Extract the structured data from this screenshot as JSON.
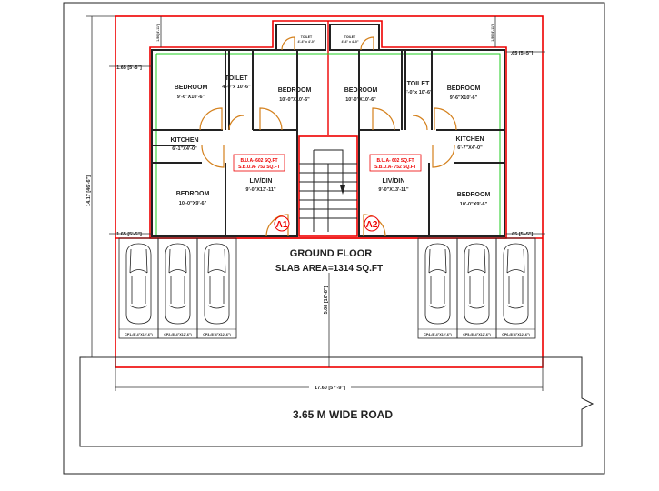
{
  "plan": {
    "title": "GROUND FLOOR",
    "slab_area": "SLAB AREA=1314 SQ.FT",
    "road": "3.65 M WIDE ROAD",
    "units": [
      {
        "marker": "A1",
        "bua": "B.U.A- 602 SQ.FT",
        "sbua": "S.B.U.A- 752 SQ.FT",
        "rooms": [
          {
            "name": "BEDROOM",
            "size": "9'-6\"X10'-6\""
          },
          {
            "name": "TOILET",
            "size": "4'-0\"x 10'-6\""
          },
          {
            "name": "BEDROOM",
            "size": "10'-0\"X10'-6\""
          },
          {
            "name": "KITCHEN",
            "size": "6'-1\"X4'-0\""
          },
          {
            "name": "BEDROOM",
            "size": "10'-0\"X9'-6\""
          },
          {
            "name": "LIV/DIN",
            "size": "9'-0\"X13'-11\""
          },
          {
            "name": "TOILET",
            "size": "4'-4\" x 4'-0\""
          }
        ]
      },
      {
        "marker": "A2",
        "bua": "B.U.A- 602 SQ.FT",
        "sbua": "S.B.U.A- 752 SQ.FT",
        "rooms": [
          {
            "name": "BEDROOM",
            "size": "10'-0\"X10'-6\""
          },
          {
            "name": "TOILET",
            "size": "4'-0\"x 10'-6\""
          },
          {
            "name": "BEDROOM",
            "size": "9'-6\"X10'-6\""
          },
          {
            "name": "KITCHEN",
            "size": "6'-7\"X4'-0\""
          },
          {
            "name": "BEDROOM",
            "size": "10'-0\"X9'-6\""
          },
          {
            "name": "LIV/DIN",
            "size": "9'-0\"X13'-11\""
          },
          {
            "name": "TOILET",
            "size": "4'-4\" x 4'-0\""
          }
        ]
      }
    ],
    "parking": [
      "CP1-(8'-4\"X12'-6\")",
      "CP2-(8'-4\"X12'-6\")",
      "CP3-(8'-4\"X12'-6\")",
      "CP4-(8'-4\"X12'-6\")",
      "CP5-(8'-4\"X12'-6\")",
      "CP6-(8'-4\"X12'-6\")"
    ],
    "dimensions": {
      "total_depth": "14.17 [46'-6\"]",
      "front_setback": "5.08 [16'-8\"]",
      "total_width": "17.60 [57'-9\"]",
      "side_left_top": "1.65 [5'-5\"]",
      "side_left_bottom": "1.65 [5'-5\"]",
      "side_right_top": ".65 [5'-5\"]",
      "side_right_bottom": ".65 [5'-5\"]",
      "rear_left": "1.50 [4'-11\"]",
      "rear_right": "1.50 [4'-11\"]"
    }
  }
}
